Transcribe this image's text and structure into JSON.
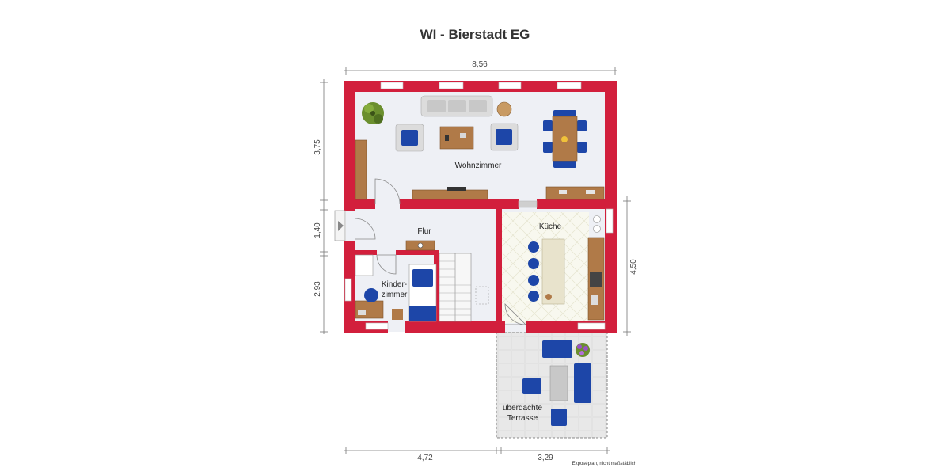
{
  "title": "WI - Bierstadt EG",
  "dimensions": {
    "top_width": "8,56",
    "left_top": "3,75",
    "left_mid": "1,40",
    "left_bottom": "2,93",
    "right_side": "4,50",
    "bottom_left": "4,72",
    "bottom_right": "3,29"
  },
  "rooms": {
    "wohnzimmer": "Wohnzimmer",
    "flur": "Flur",
    "kueche": "Küche",
    "kinder_line1": "Kinder-",
    "kinder_line2": "zimmer",
    "terrasse_line1": "überdachte",
    "terrasse_line2": "Terrasse"
  },
  "footnote": "Exposéplan, nicht maßstäblich",
  "colors": {
    "wall": "#d21f3c",
    "floor": "#eef0f5",
    "wood": "#b07a48",
    "furniture_blue": "#1d46a8",
    "terrace": "#ececec"
  },
  "icons": [
    "plant-icon",
    "sofa-icon",
    "armchair-icon",
    "dining-table-icon",
    "bed-icon",
    "stairs-icon",
    "door-icon",
    "stove-icon",
    "sink-icon",
    "flower-icon"
  ]
}
